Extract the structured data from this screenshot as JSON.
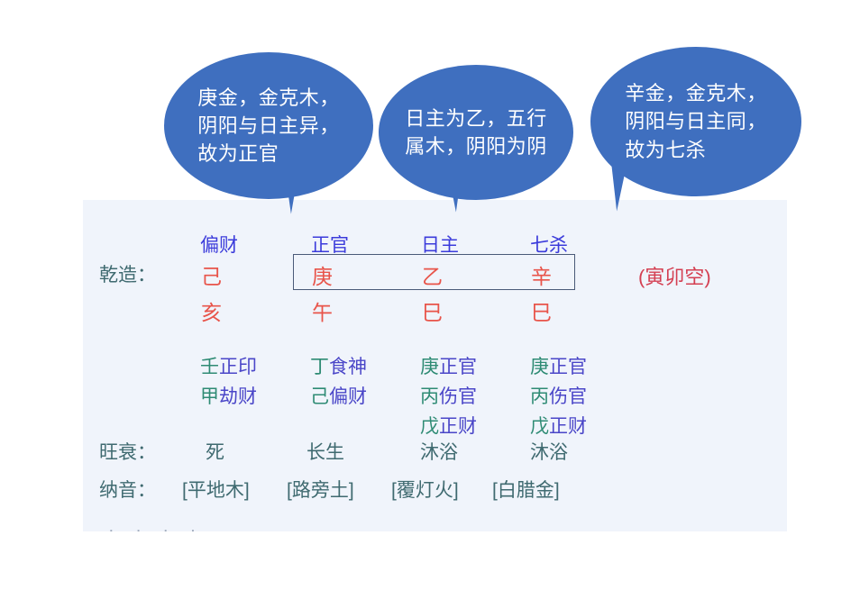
{
  "bubbles": [
    {
      "id": "bubble-zhengguan",
      "text": "庚金，金克木，\n阴阳与日主异，\n故为正官"
    },
    {
      "id": "bubble-rizhu",
      "text": "日主为乙，五行\n属木，阴阳为阴"
    },
    {
      "id": "bubble-qisha",
      "text": "辛金，金克木，\n阴阳与日主同，\n故为七杀"
    }
  ],
  "chart": {
    "row_labels": {
      "qianzao": "乾造：",
      "wangshuai": "旺衰：",
      "nayin": "纳音："
    },
    "kong_wang": "(寅卯空)",
    "ten_gods": [
      "偏财",
      "正官",
      "日主",
      "七杀"
    ],
    "heavenly_stems": [
      "己",
      "庚",
      "乙",
      "辛"
    ],
    "earthly_branches": [
      "亥",
      "午",
      "巳",
      "巳"
    ],
    "hidden_stems": [
      [
        {
          "stem": "壬",
          "god": "正印"
        },
        {
          "stem": "甲",
          "god": "劫财"
        }
      ],
      [
        {
          "stem": "丁",
          "god": "食神"
        },
        {
          "stem": "己",
          "god": "偏财"
        }
      ],
      [
        {
          "stem": "庚",
          "god": "正官"
        },
        {
          "stem": "丙",
          "god": "伤官"
        },
        {
          "stem": "戊",
          "god": "正财"
        }
      ],
      [
        {
          "stem": "庚",
          "god": "正官"
        },
        {
          "stem": "丙",
          "god": "伤官"
        },
        {
          "stem": "戊",
          "god": "正财"
        }
      ]
    ],
    "wangshuai_values": [
      "死",
      "长生",
      "沐浴",
      "沐浴"
    ],
    "nayin_values": [
      "[平地木]",
      "[路旁土]",
      "[覆灯火]",
      "[白腊金]"
    ],
    "truncated_row": "· · · ·"
  },
  "colors": {
    "bubble_blue": "#3f6fbf",
    "panel_background": "#f0f4fb",
    "ten_god_blue": "#3b3bdb",
    "stem_branch_red": "#e8544a",
    "kongwang_red": "#d43f52",
    "hidden_stem_green": "#2e8b74",
    "hidden_god_purple": "#4a46c8",
    "label_teal": "#3f6a70",
    "box_border": "#4a5a78"
  }
}
